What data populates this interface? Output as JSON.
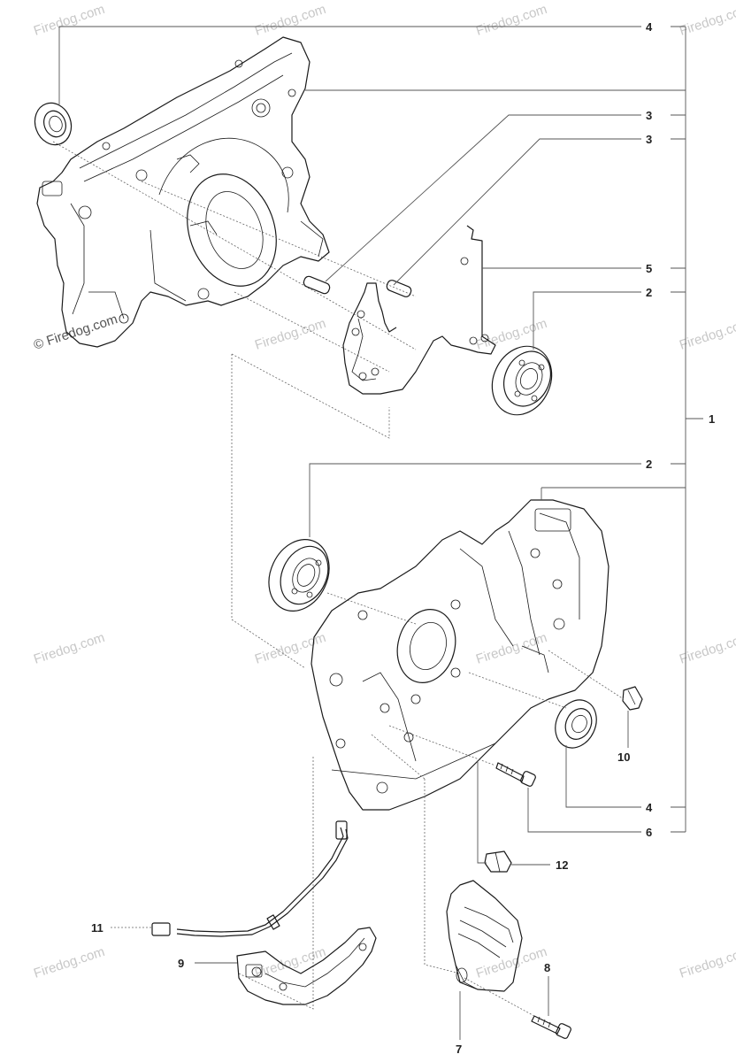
{
  "watermark": {
    "text": "© Firedog.com",
    "short_text": "Firedog.com"
  },
  "callouts": {
    "c4_top": "4",
    "c3_a": "3",
    "c3_b": "3",
    "c5": "5",
    "c2_top": "2",
    "c1": "1",
    "c2_mid": "2",
    "c10": "10",
    "c4_bottom": "4",
    "c6": "6",
    "c12": "12",
    "c11": "11",
    "c9": "9",
    "c8": "8",
    "c7": "7"
  },
  "colors": {
    "line": "#1a1a1a",
    "leader": "#555555",
    "watermark": "#c8c8c8",
    "background": "#ffffff"
  }
}
